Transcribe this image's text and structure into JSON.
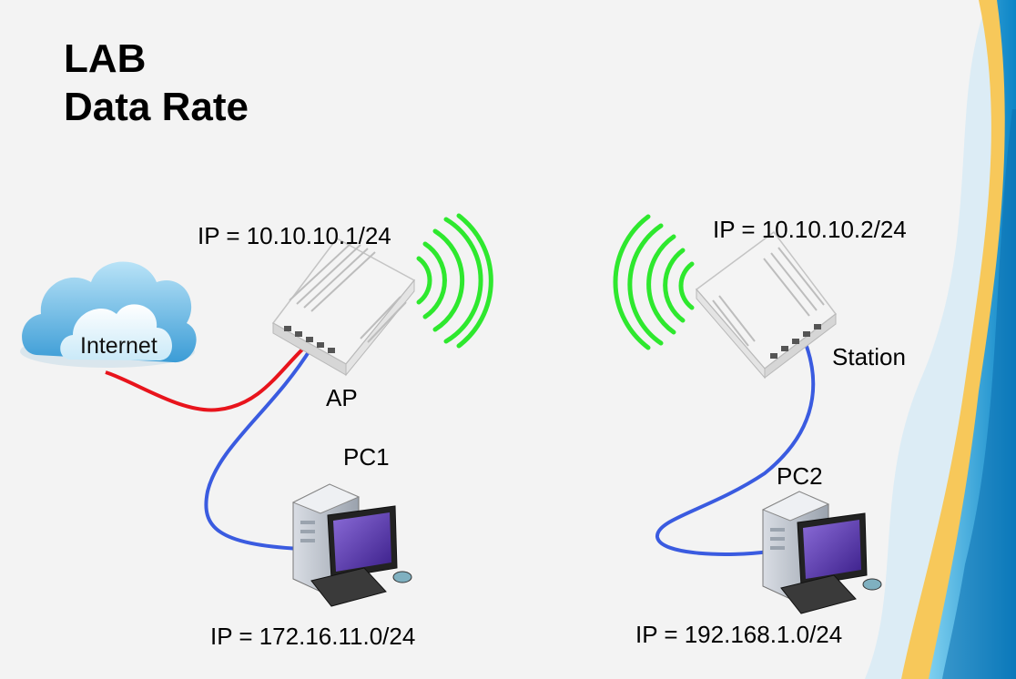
{
  "title": {
    "line1": "LAB",
    "line2": "Data Rate"
  },
  "nodes": {
    "internet": {
      "label": "Internet"
    },
    "ap": {
      "label": "AP",
      "ip": "IP = 10.10.10.1/24"
    },
    "station": {
      "label": "Station",
      "ip": "IP = 10.10.10.2/24"
    },
    "pc1": {
      "label": "PC1",
      "ip": "IP = 172.16.11.0/24"
    },
    "pc2": {
      "label": "PC2",
      "ip": "IP = 192.168.1.0/24"
    }
  },
  "colors": {
    "internet_link": "#e8141c",
    "lan_link": "#3a5be0",
    "wireless": "#2ee82e",
    "background_wave_blue": "#1e9ad6",
    "background_wave_yellow": "#f7c85a"
  }
}
